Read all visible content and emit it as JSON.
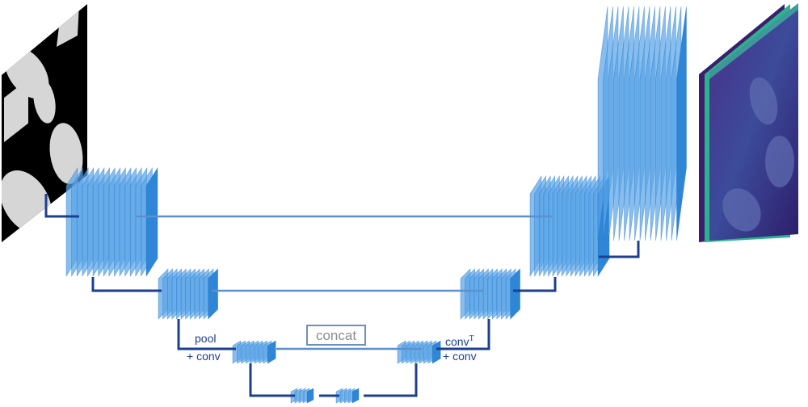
{
  "labels": {
    "pool": "pool",
    "pool_conv": "+ conv",
    "concat": "concat",
    "convT_base": "conv",
    "convT_sup": "T",
    "convT_conv": "+ conv"
  },
  "colors": {
    "layer_fill": "#2f86d6",
    "layer_fill_back": "#5aa5e8",
    "layer_edge": "#1a6fc4",
    "connector": "#1c3f8f",
    "skip": "#5e8fce",
    "label_text": "#1c3f8f",
    "concat_text": "#8d8d8d",
    "concat_border": "#6f8fbf",
    "input_black": "#000000",
    "input_shape": "#d6d6d6",
    "output_purple": "#3b1f6e",
    "output_teal": "#2db38c"
  },
  "icons": {
    "input": "binary-segmentation-mask",
    "output": "multi-channel-probability-map"
  }
}
